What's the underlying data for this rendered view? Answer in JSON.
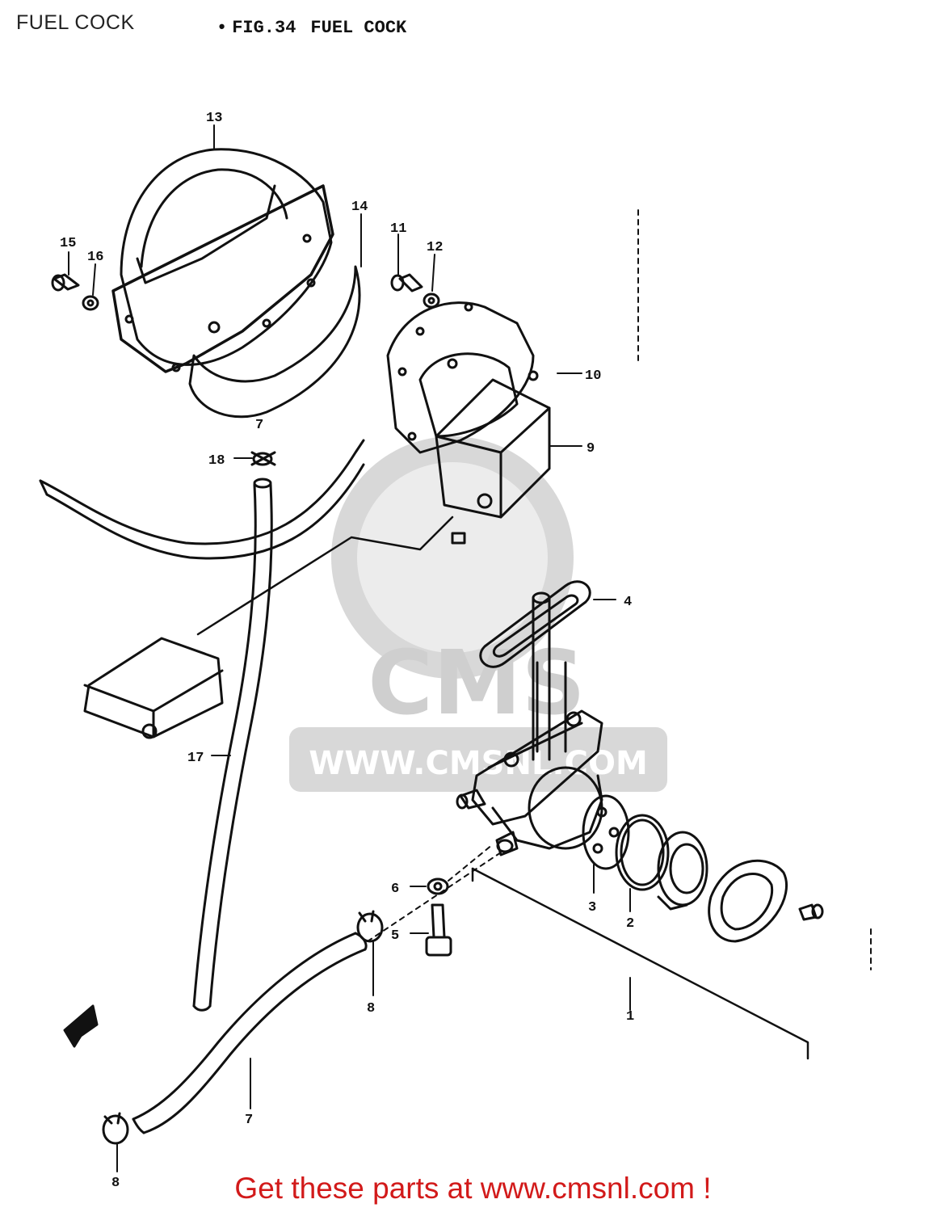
{
  "page_title": "FUEL COCK",
  "figure": {
    "bullet": "•",
    "number": "FIG.34",
    "name": "FUEL COCK"
  },
  "watermark": {
    "brand": "CMS",
    "url": "WWW.CMSNL.COM"
  },
  "footer": {
    "text": "Get these parts at www.cmsnl.com !"
  },
  "callouts": {
    "c1": "1",
    "c2": "2",
    "c3": "3",
    "c4": "4",
    "c5": "5",
    "c6": "6",
    "c7a": "7",
    "c7b": "7",
    "c8a": "8",
    "c8b": "8",
    "c9": "9",
    "c10": "10",
    "c11": "11",
    "c12": "12",
    "c13": "13",
    "c14": "14",
    "c15": "15",
    "c16": "16",
    "c17": "17",
    "c18": "18"
  },
  "colors": {
    "line": "#111111",
    "watermark": "#d8d8d8",
    "footer": "#d21a1a"
  }
}
